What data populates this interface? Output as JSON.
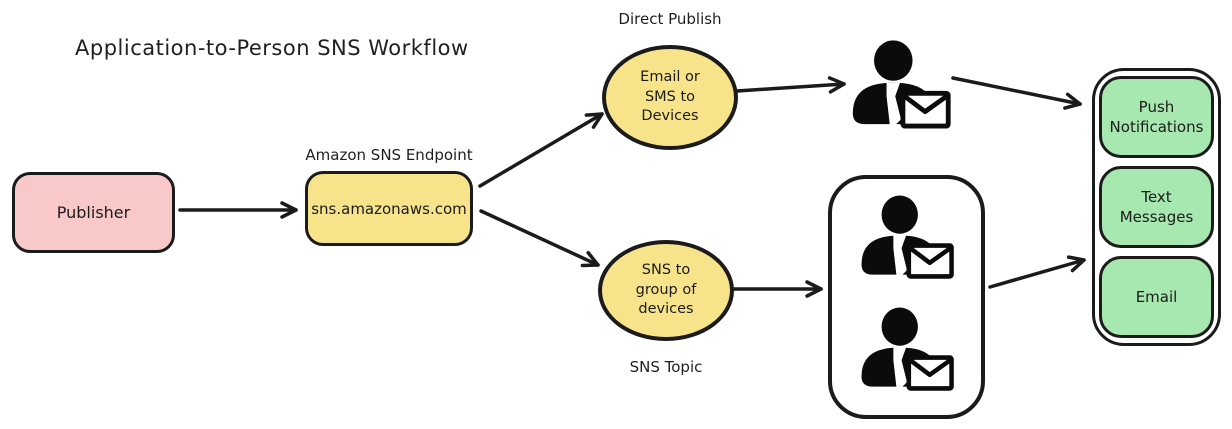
{
  "title": "Application-to-Person SNS Workflow",
  "colors": {
    "node_pink": "#f9c9ca",
    "node_yellow": "#f7e38a",
    "node_green": "#a7e8b0",
    "stroke": "#1b1b1b",
    "background": "#ffffff"
  },
  "nodes": {
    "publisher": {
      "label": "Publisher"
    },
    "endpoint": {
      "caption": "Amazon SNS Endpoint",
      "label": "sns.amazonaws.com"
    },
    "direct_publish": {
      "caption": "Direct Publish",
      "label": "Email or\nSMS to\nDevices"
    },
    "sns_topic": {
      "caption": "SNS Topic",
      "label": "SNS to\ngroup of\ndevices"
    },
    "subscriber": {
      "icon": "person-with-envelope-icon"
    },
    "subscriber_group": {
      "icon": "person-with-envelope-icon",
      "person_count": 2
    },
    "channels": [
      {
        "label": "Push\nNotifications"
      },
      {
        "label": "Text\nMessages"
      },
      {
        "label": "Email"
      }
    ]
  }
}
